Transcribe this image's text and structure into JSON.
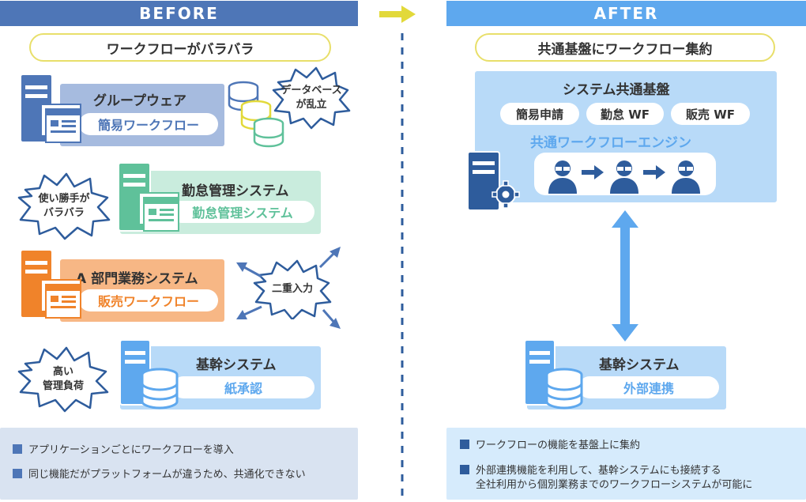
{
  "colors": {
    "before": "#4e76b7",
    "after": "#5ea8ee",
    "accent": "#e8df6a"
  },
  "before": {
    "header": "BEFORE",
    "pill": "ワークフローがバラバラ",
    "systems": [
      {
        "title": "グループウェア",
        "sub": "簡易ワークフロー"
      },
      {
        "title": "勤怠管理システム",
        "sub": "勤怠管理システム"
      },
      {
        "title": "A 部門業務システム",
        "sub": "販売ワークフロー"
      },
      {
        "title": "基幹システム",
        "sub": "紙承認"
      }
    ],
    "bursts": [
      "データベース\nが乱立",
      "使い勝手が\nバラバラ",
      "二重入力",
      "高い\n管理負荷"
    ],
    "notes": [
      "アプリケーションごとにワークフローを導入",
      "同じ機能だがプラットフォームが違うため、共通化できない"
    ]
  },
  "after": {
    "header": "AFTER",
    "pill": "共通基盤にワークフロー集約",
    "platform_title": "システム共通基盤",
    "wf_pills": [
      "簡易申請",
      "勤怠 WF",
      "販売 WF"
    ],
    "engine_title": "共通ワークフローエンジン",
    "core_title": "基幹システム",
    "core_sub": "外部連携",
    "notes": [
      "ワークフローの機能を基盤上に集約",
      "外部連携機能を利用して、基幹システムにも接続する",
      "全社利用から個別業務までのワークフローシステムが可能に"
    ]
  }
}
